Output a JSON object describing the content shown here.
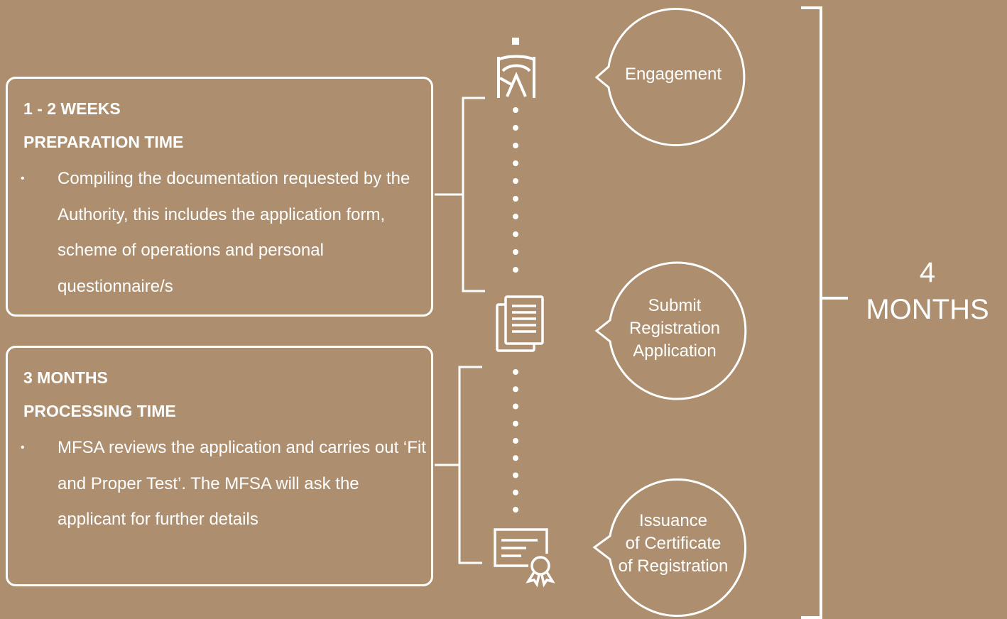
{
  "phases": [
    {
      "duration": "1 - 2 WEEKS",
      "title": "PREPARATION TIME",
      "bullet": "Compiling the documentation requested by the Authority, this includes the application form, scheme of operations and personal questionnaire/s"
    },
    {
      "duration": "3 MONTHS",
      "title": "PROCESSING TIME",
      "bullet": "MFSA reviews the application and carries out ‘Fit and Proper Test’. The MFSA will ask the applicant for further details"
    }
  ],
  "bullet_symbol": "•",
  "steps": [
    {
      "label_lines": [
        "Engagement"
      ],
      "icon": "handshake-icon"
    },
    {
      "label_lines": [
        "Submit",
        "Registration",
        "Application"
      ],
      "icon": "documents-icon"
    },
    {
      "label_lines": [
        "Issuance",
        "of Certificate",
        "of Registration"
      ],
      "icon": "certificate-icon"
    }
  ],
  "total": {
    "value": "4",
    "unit": "MONTHS"
  },
  "colors": {
    "background": "#ad8f70",
    "foreground": "#ffffff"
  }
}
